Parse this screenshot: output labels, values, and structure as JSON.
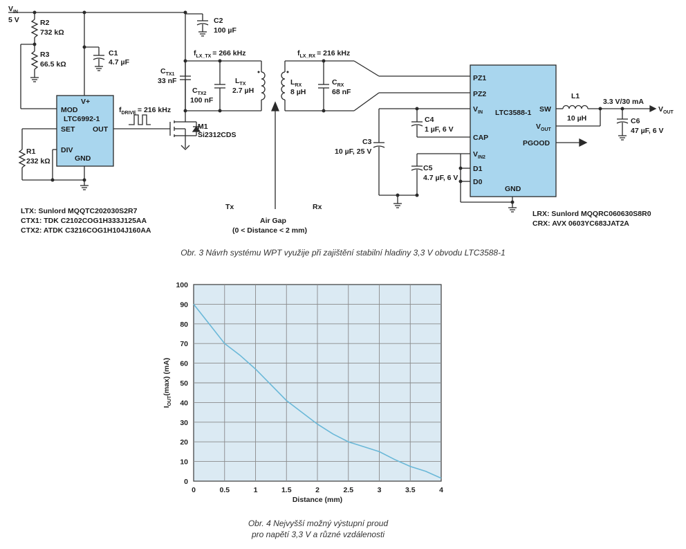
{
  "schematic": {
    "vin": "V",
    "vin_sub": "IN",
    "vin_value": "5 V",
    "r2": "R2",
    "r2_value": "732 kΩ",
    "r3": "R3",
    "r3_value": "66.5 kΩ",
    "c1": "C1",
    "c1_value": "4.7 µF",
    "c2": "C2",
    "c2_value": "100 µF",
    "r1": "R1",
    "r1_value": "232 kΩ",
    "ic1_vplus": "V+",
    "ic1_mod": "MOD",
    "ic1_name": "LTC6992-1",
    "ic1_set": "SET",
    "ic1_out": "OUT",
    "ic1_div": "DIV",
    "ic1_gnd": "GND",
    "fdrive": "f",
    "fdrive_sub": "DRIVE",
    "fdrive_value": "= 216 kHz",
    "m1": "M1",
    "m1_part": "Si2312CDS",
    "flx_tx": "f",
    "flx_tx_sub": "LX_TX",
    "flx_tx_value": "= 266 kHz",
    "ctx1": "C",
    "ctx1_sub": "TX1",
    "ctx1_value": "33 nF",
    "ctx2": "C",
    "ctx2_sub": "TX2",
    "ctx2_value": "100 nF",
    "ltx": "L",
    "ltx_sub": "TX",
    "ltx_value": "2.7 µH",
    "flx_rx": "f",
    "flx_rx_sub": "LX_RX",
    "flx_rx_value": "= 216 kHz",
    "lrx": "L",
    "lrx_sub": "RX",
    "lrx_value": "8 µH",
    "crx": "C",
    "crx_sub": "RX",
    "crx_value": "68 nF",
    "tx_label": "Tx",
    "rx_label": "Rx",
    "airgap_1": "Air Gap",
    "airgap_2": "(0 < Distance < 2 mm)",
    "ic2_pz1": "PZ1",
    "ic2_pz2": "PZ2",
    "ic2_vin": "V",
    "ic2_vin_sub": "IN",
    "ic2_cap": "CAP",
    "ic2_vin2": "V",
    "ic2_vin2_sub": "IN2",
    "ic2_d1": "D1",
    "ic2_d0": "D0",
    "ic2_name": "LTC3588-1",
    "ic2_sw": "SW",
    "ic2_vout": "V",
    "ic2_vout_sub": "OUT",
    "ic2_pgood": "PGOOD",
    "ic2_gnd": "GND",
    "c3": "C3",
    "c3_value": "10 µF, 25 V",
    "c4": "C4",
    "c4_value": "1 µF, 6 V",
    "c5": "C5",
    "c5_value": "4.7 µF, 6 V",
    "l1": "L1",
    "l1_value": "10 µH",
    "out_spec": "3.3 V/30 mA",
    "vout": "V",
    "vout_sub": "OUT",
    "c6": "C6",
    "c6_value": "47 µF, 6 V",
    "parts_left": [
      "LTX: Sunlord MQQTC202030S2R7",
      "CTX1: TDK C2102COG1H333J125AA",
      "CTX2: ATDK C3216COG1H104J160AA"
    ],
    "parts_right": [
      "LRX: Sunlord MQQRC060630S8R0",
      "CRX: AVX 0603YC683JAT2A"
    ]
  },
  "caption3": "Obr. 3  Návrh systému WPT využije při zajištění stabilní hladiny 3,3 V obvodu LTC3588-1",
  "caption4_line1": "Obr. 4  Nejvyšší možný výstupní proud",
  "caption4_line2": "pro napětí 3,3 V a různé vzdálenosti",
  "chart_data": {
    "type": "line",
    "x_label": "Distance (mm)",
    "y_label_main": "I",
    "y_label_sub": "OUT",
    "y_label_rest": "(max) (mA)",
    "xlim": [
      0,
      4
    ],
    "ylim": [
      0,
      100
    ],
    "x_ticks": [
      "0",
      "0.5",
      "1",
      "1.5",
      "2",
      "2.5",
      "3",
      "3.5",
      "4"
    ],
    "y_ticks": [
      "0",
      "10",
      "20",
      "30",
      "40",
      "50",
      "60",
      "70",
      "80",
      "90",
      "100"
    ],
    "grid": true,
    "series": [
      {
        "color": "#6ab8d8",
        "x": [
          0,
          0.25,
          0.5,
          0.75,
          1.0,
          1.25,
          1.5,
          1.75,
          2.0,
          2.25,
          2.5,
          2.75,
          3.0,
          3.25,
          3.5,
          3.75,
          4.0
        ],
        "y": [
          90,
          80,
          70,
          64,
          57,
          49,
          41,
          35,
          29,
          24,
          20,
          17.5,
          15,
          11,
          7.5,
          5,
          1.5
        ]
      }
    ]
  }
}
